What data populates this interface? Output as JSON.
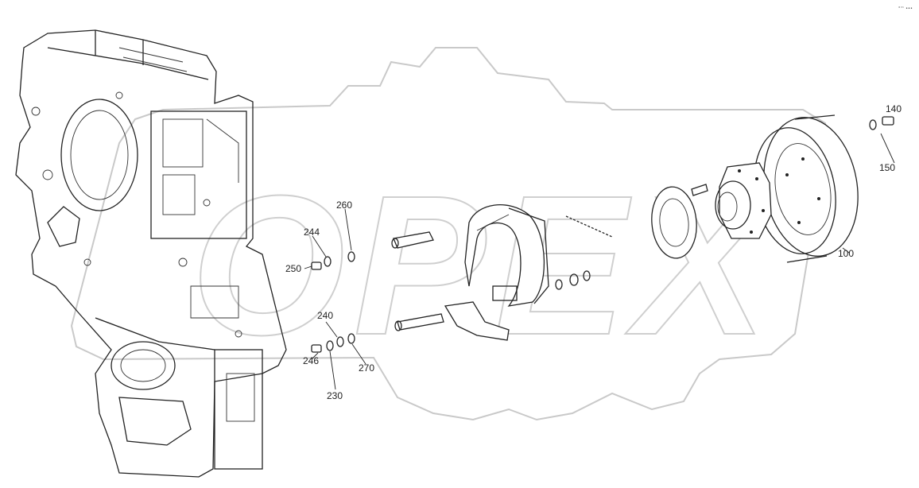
{
  "watermark": {
    "brand": "OPEX"
  },
  "corner_mark": "°™ •••",
  "callouts": [
    {
      "id": "c140",
      "text": "140"
    },
    {
      "id": "c150",
      "text": "150"
    },
    {
      "id": "c100",
      "text": "100"
    },
    {
      "id": "c260",
      "text": "260"
    },
    {
      "id": "c244",
      "text": "244"
    },
    {
      "id": "c250",
      "text": "250"
    },
    {
      "id": "c240",
      "text": "240"
    },
    {
      "id": "c246",
      "text": "246"
    },
    {
      "id": "c270",
      "text": "270"
    },
    {
      "id": "c230",
      "text": "230"
    }
  ]
}
